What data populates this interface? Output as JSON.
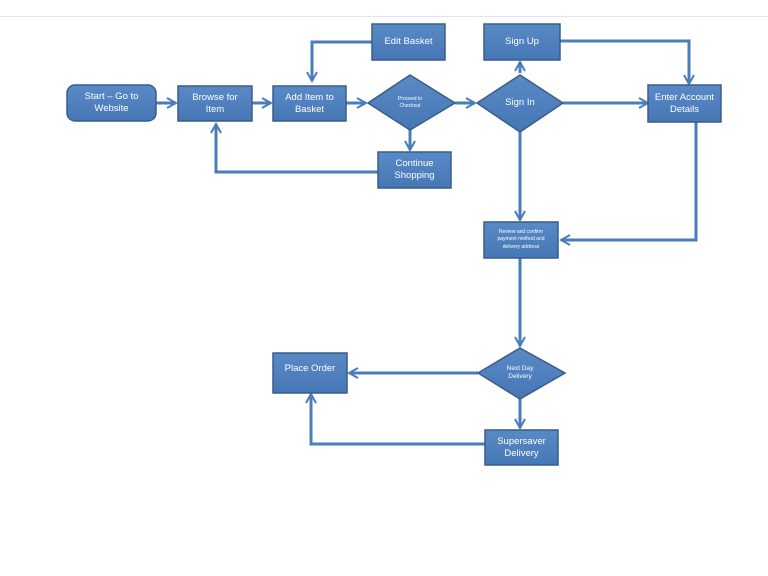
{
  "colors": {
    "fill": "#4f81bd",
    "stroke": "#385d8a",
    "connector": "#4a7ebb",
    "text": "#ffffff"
  },
  "nodes": {
    "start": "Start – Go to\nWebsite",
    "browse": "Browse for\nItem",
    "add_item": "Add Item to\nBasket",
    "edit_basket": "Edit Basket",
    "proceed_checkout": "Proceed to\nCheckout",
    "continue_shopping": "Continue\nShopping",
    "sign_in": "Sign In",
    "sign_up": "Sign Up",
    "enter_account": "Enter Account\nDetails",
    "review_confirm": "Review and confirm\npayment method and\ndelivery address",
    "next_day": "Next Day\nDelivery",
    "place_order": "Place Order",
    "supersaver": "Supersaver\nDelivery"
  }
}
